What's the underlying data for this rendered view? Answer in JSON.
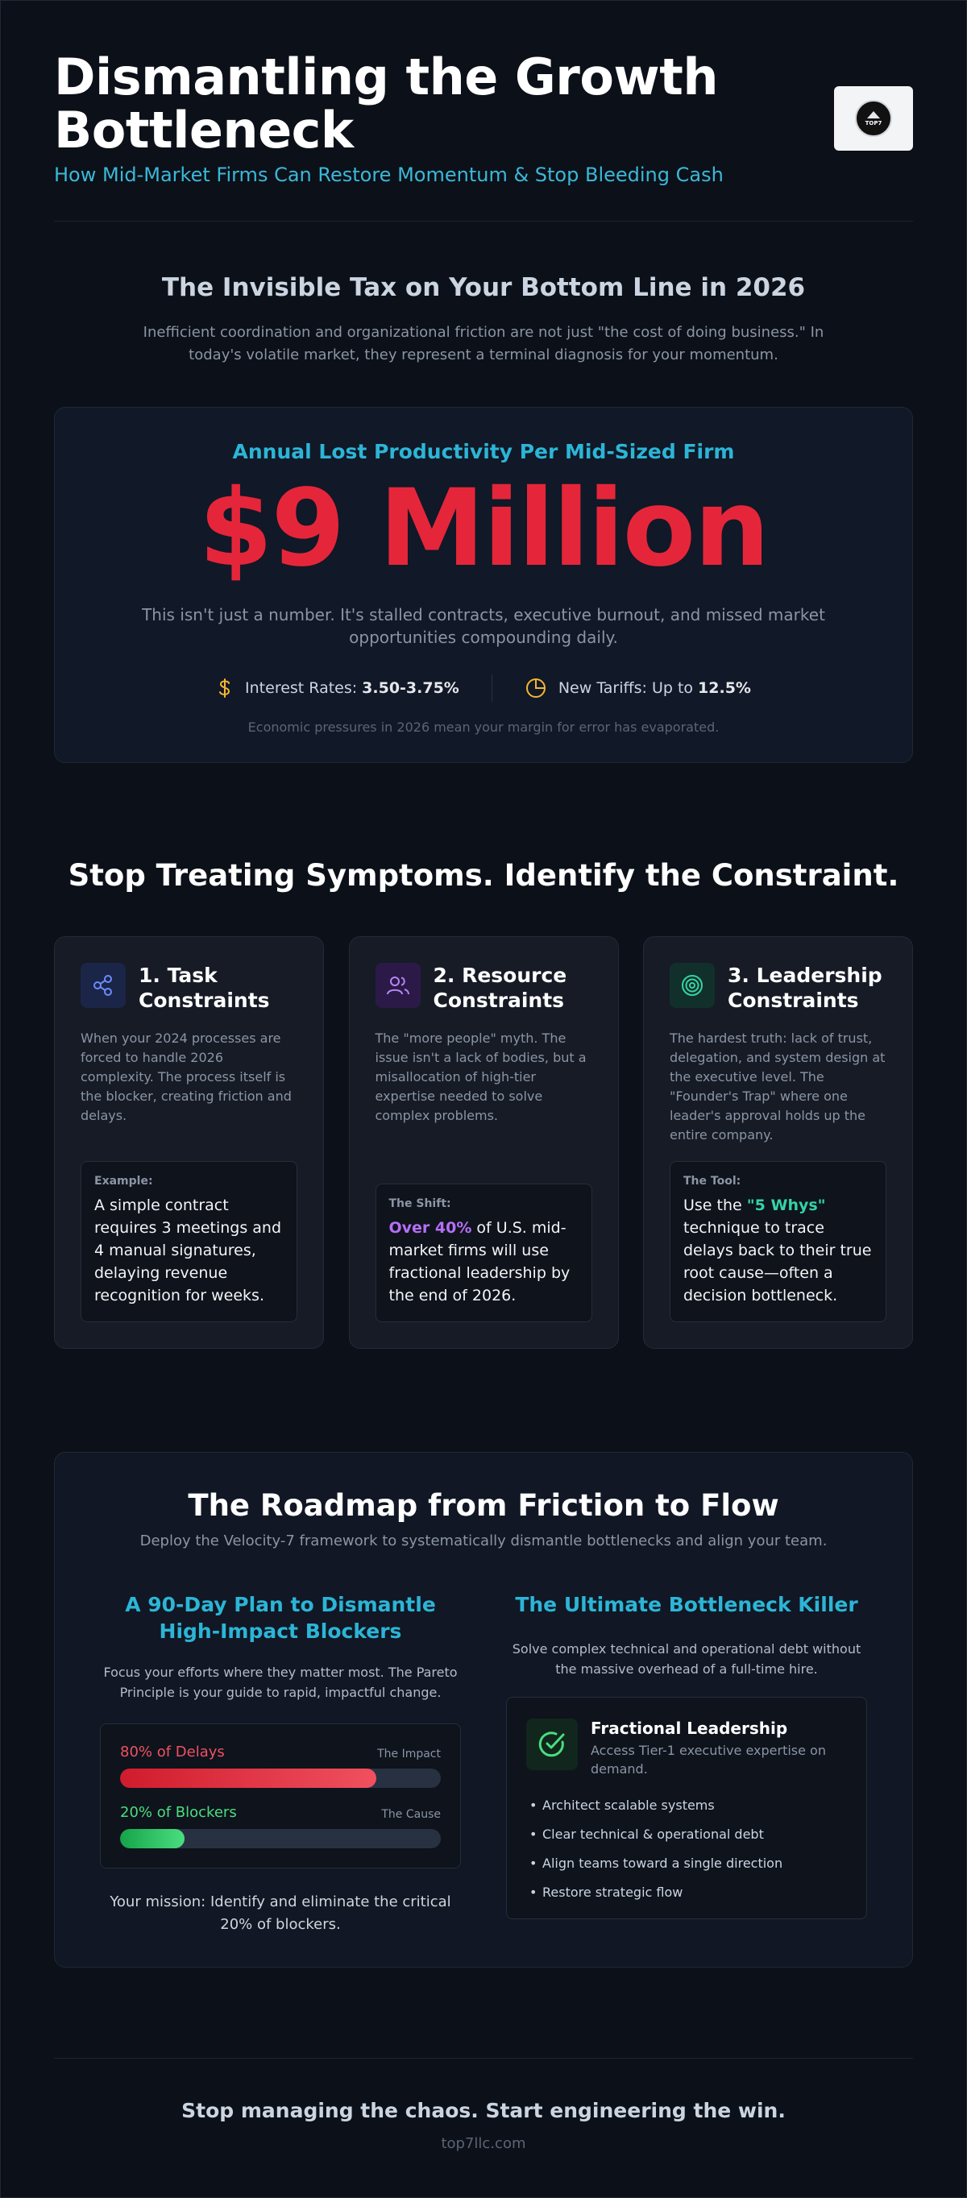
{
  "header": {
    "title": "Dismantling the Growth Bottleneck",
    "subtitle": "How Mid-Market Firms Can Restore Momentum & Stop Bleeding Cash",
    "logo_text": "TOP7"
  },
  "tax_section": {
    "title": "The Invisible Tax on Your Bottom Line in 2026",
    "text": "Inefficient coordination and organizational friction are not just \"the cost of doing business.\" In today's volatile market, they represent a terminal diagnosis for your momentum."
  },
  "stat_card": {
    "label": "Annual Lost Productivity Per Mid-Sized Firm",
    "value": "$9 Million",
    "description": "This isn't just a number. It's stalled contracts, executive burnout, and missed market opportunities compounding daily.",
    "interest_label": "Interest Rates:",
    "interest_value": "3.50-3.75%",
    "tariff_label": "New Tariffs: Up to",
    "tariff_value": "12.5%",
    "note": "Economic pressures in 2026 mean your margin for error has evaporated.",
    "colors": {
      "value": "#e5263a",
      "label": "#2cb5d6",
      "icon": "#f5b731"
    }
  },
  "constraints": {
    "title": "Stop Treating Symptoms. Identify the Constraint.",
    "cards": [
      {
        "icon": "share-icon",
        "title": "1. Task Constraints",
        "text": "When your 2024 processes are forced to handle 2026 complexity. The process itself is the blocker, creating friction and delays.",
        "box_label": "Example:",
        "box_text": "A simple contract requires 3 meetings and 4 manual signatures, delaying revenue recognition for weeks."
      },
      {
        "icon": "users-icon",
        "title": "2. Resource Constraints",
        "text": "The \"more people\" myth. The issue isn't a lack of bodies, but a misallocation of high-tier expertise needed to solve complex problems.",
        "box_label": "The Shift:",
        "box_highlight": "Over 40%",
        "box_text": " of U.S. mid-market firms will use fractional leadership by the end of 2026."
      },
      {
        "icon": "target-icon",
        "title": "3. Leadership Constraints",
        "text": "The hardest truth: lack of trust, delegation, and system design at the executive level. The \"Founder's Trap\" where one leader's approval holds up the entire company.",
        "box_label": "The Tool:",
        "box_prefix": "Use the ",
        "box_highlight": "\"5 Whys\"",
        "box_text": " technique to trace delays back to their true root cause—often a decision bottleneck."
      }
    ]
  },
  "roadmap": {
    "title": "The Roadmap from Friction to Flow",
    "subtitle": "Deploy the Velocity-7 framework to systematically dismantle bottlenecks and align your team.",
    "left": {
      "title": "A 90-Day Plan to Dismantle High-Impact Blockers",
      "text": "Focus your efforts where they matter most. The Pareto Principle is your guide to rapid, impactful change.",
      "bars": [
        {
          "label": "80% of Delays",
          "tag": "The Impact",
          "value": 0.8
        },
        {
          "label": "20% of Blockers",
          "tag": "The Cause",
          "value": 0.2
        }
      ],
      "mission": "Your mission: Identify and eliminate the critical 20% of blockers."
    },
    "right": {
      "title": "The Ultimate Bottleneck Killer",
      "text": "Solve complex technical and operational debt without the massive overhead of a full-time hire.",
      "box_title": "Fractional Leadership",
      "box_sub": "Access Tier-1 executive expertise on demand.",
      "items": [
        "Architect scalable systems",
        "Clear technical & operational debt",
        "Align teams toward a single direction",
        "Restore strategic flow"
      ]
    }
  },
  "footer": {
    "cta": "Stop managing the chaos. Start engineering the win.",
    "url": "top7llc.com"
  }
}
